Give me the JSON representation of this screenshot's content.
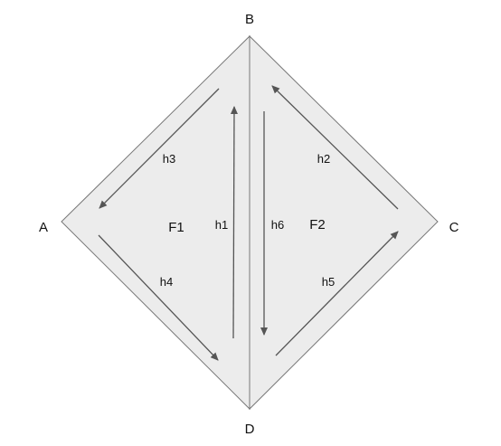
{
  "vertices": {
    "A": "A",
    "B": "B",
    "C": "C",
    "D": "D"
  },
  "faces": {
    "F1": "F1",
    "F2": "F2"
  },
  "half_edges": {
    "h1": "h1",
    "h2": "h2",
    "h3": "h3",
    "h4": "h4",
    "h5": "h5",
    "h6": "h6"
  },
  "colors": {
    "face_fill": "#ececec",
    "outline": "#777777",
    "arrow": "#555555",
    "text": "#111111"
  }
}
